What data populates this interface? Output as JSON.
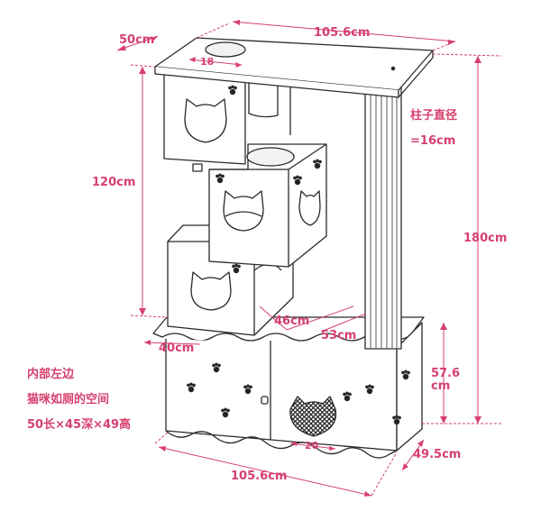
{
  "colors": {
    "dimension": "#d6406e",
    "outline": "#2a2a2a",
    "panel": "#ffffff",
    "accent": "#e8e8e8"
  },
  "dimensions": {
    "top_width": "105.6cm",
    "top_depth": "50cm",
    "hole_diameter": "18",
    "pillar_label": "柱子直径",
    "pillar_value": "=16cm",
    "upper_height": "120cm",
    "total_height": "180cm",
    "ledge_46": "46cm",
    "ledge_53": "53cm",
    "ledge_40": "40cm",
    "cabinet_height": "57.6",
    "cabinet_height_unit": "cm",
    "cabinet_depth": "49.5cm",
    "bottom_width": "105.6cm",
    "door_width": "20"
  },
  "note": {
    "line1": "内部左边",
    "line2": "猫咪如厕的空间",
    "line3": "50长×45深×49高"
  }
}
